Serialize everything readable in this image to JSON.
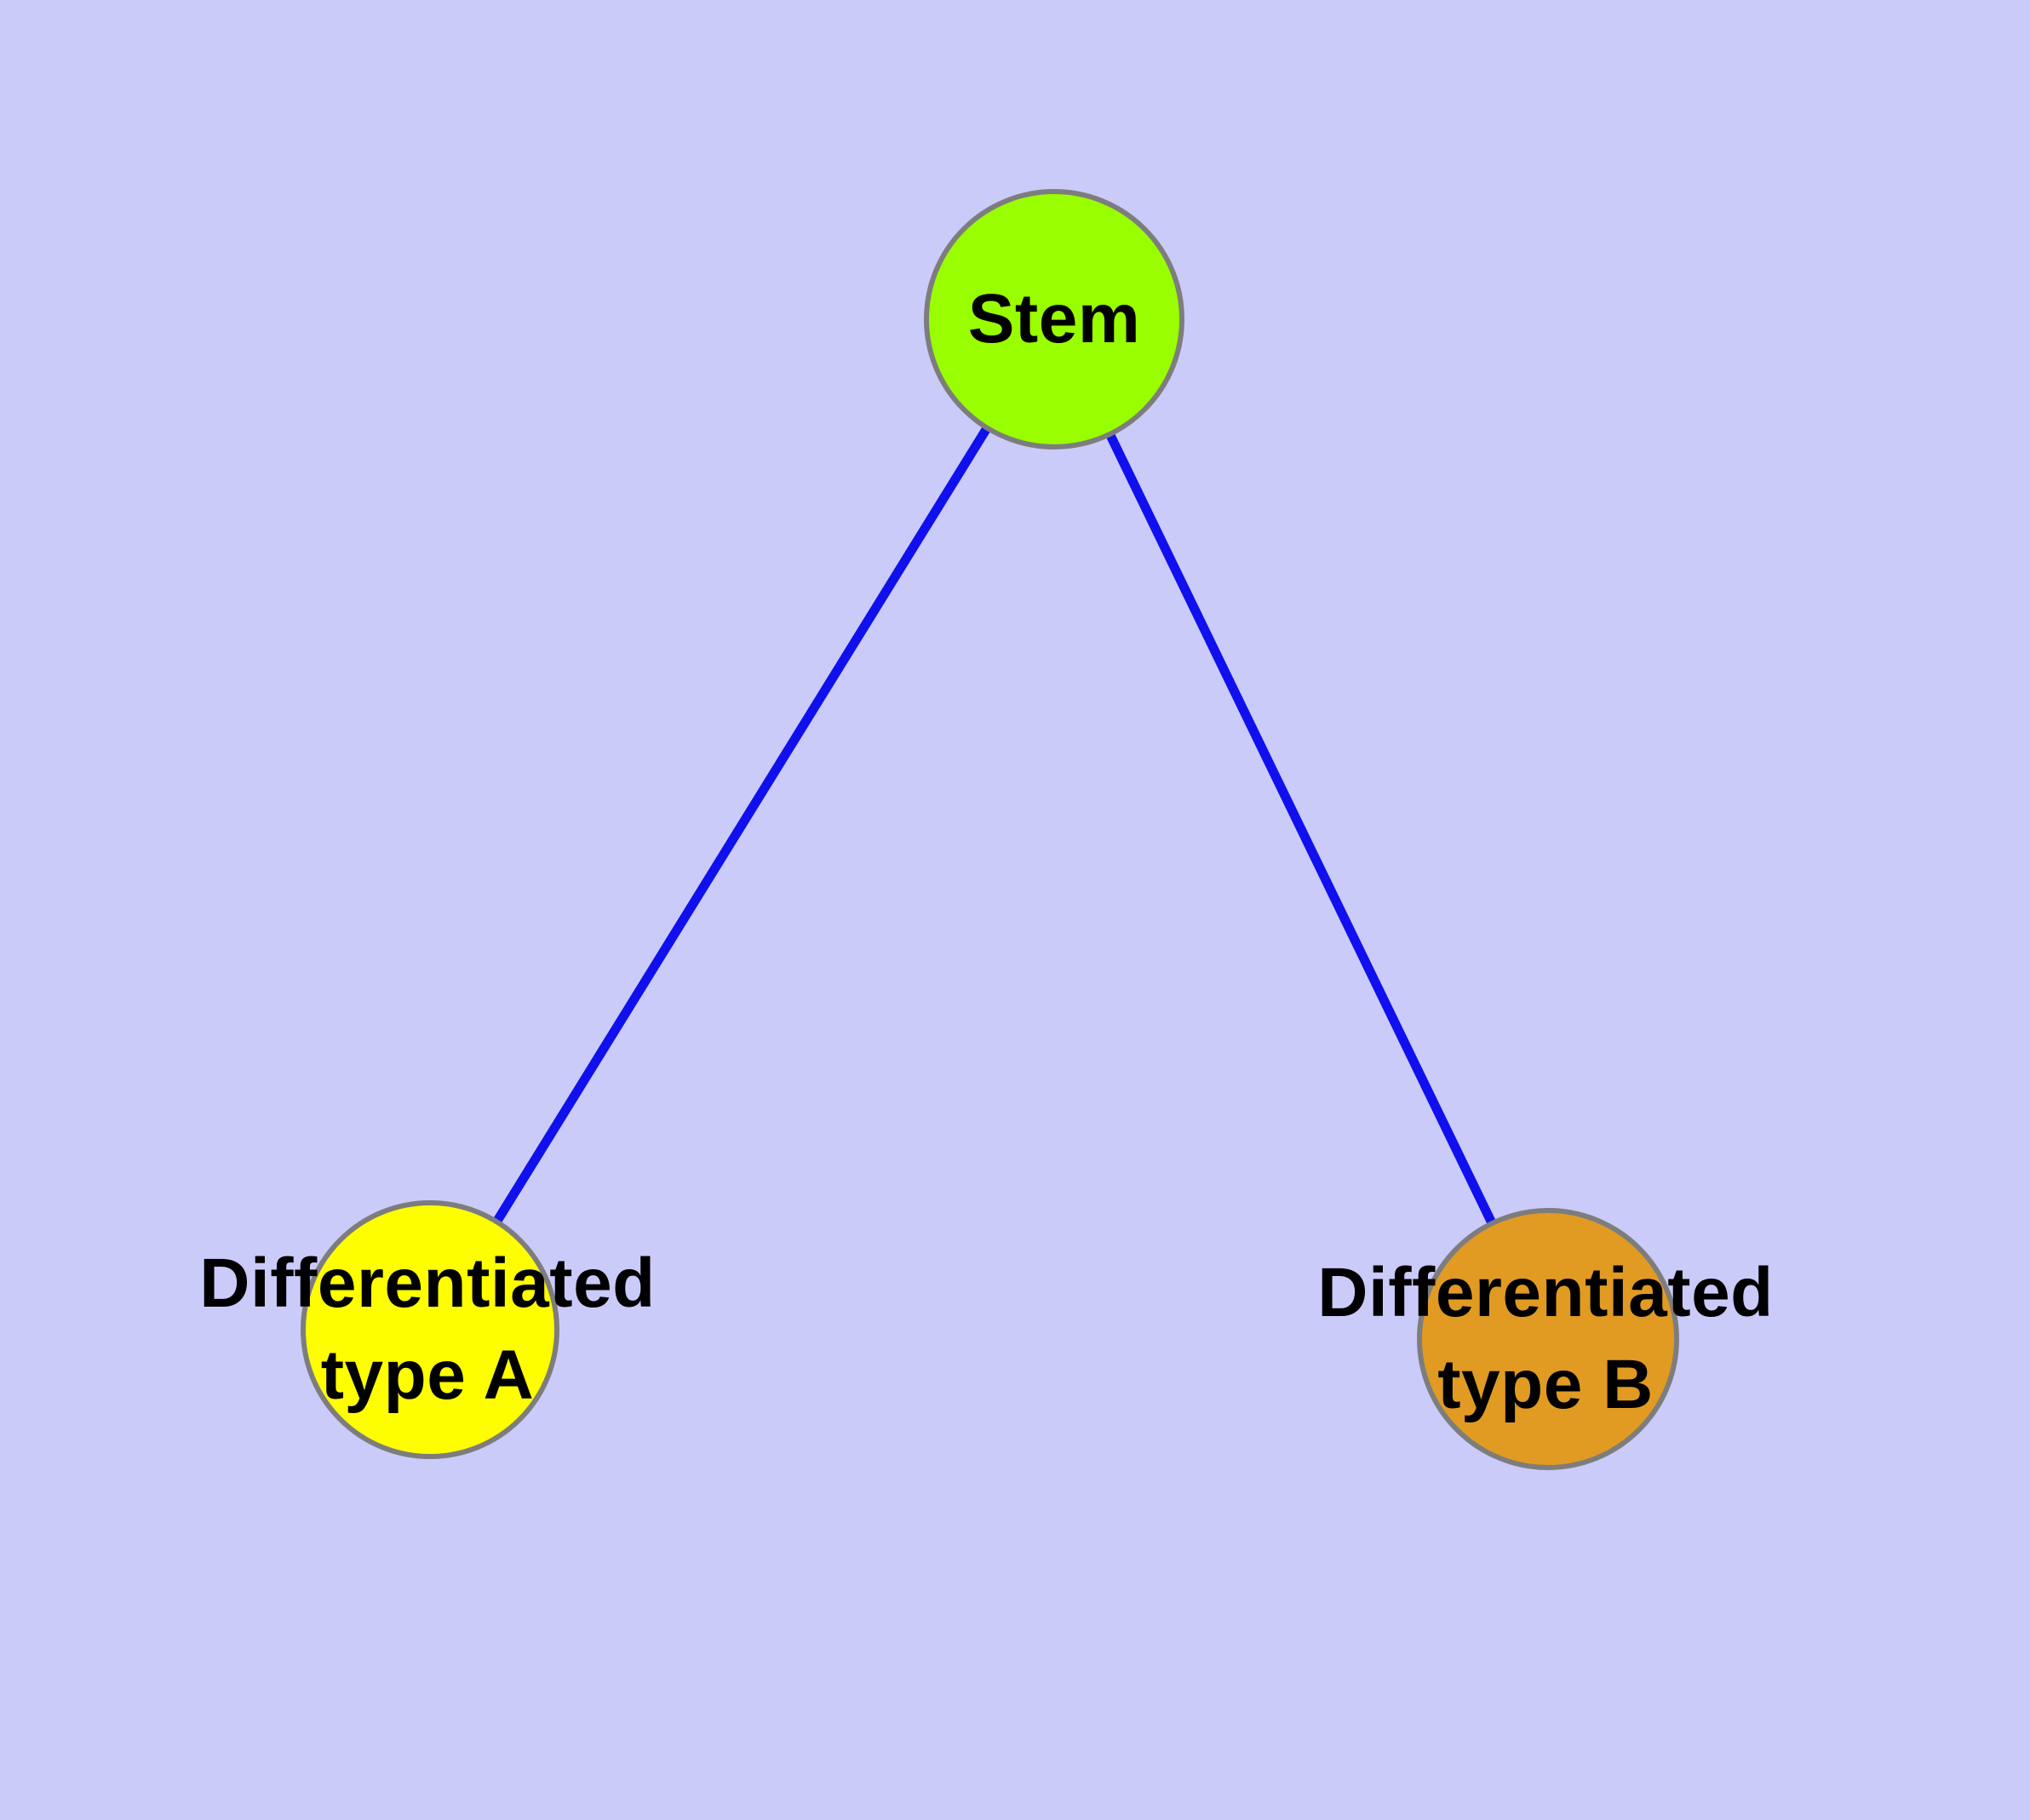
{
  "diagram": {
    "type": "graph",
    "background": "#cbcbfa",
    "edge_color": "#1010ee",
    "node_border_color": "#7d7d7d",
    "label_color": "#000000",
    "nodes": [
      {
        "id": "stem",
        "label": "Stem",
        "color": "#99fe00"
      },
      {
        "id": "type-a",
        "label": "Differentiated\ntype A",
        "color": "#fefe00"
      },
      {
        "id": "type-b",
        "label": "Differentiated\ntype B",
        "color": "#e19b23"
      }
    ],
    "edges": [
      {
        "from": "stem",
        "to": "type-a"
      },
      {
        "from": "stem",
        "to": "type-b"
      }
    ]
  }
}
